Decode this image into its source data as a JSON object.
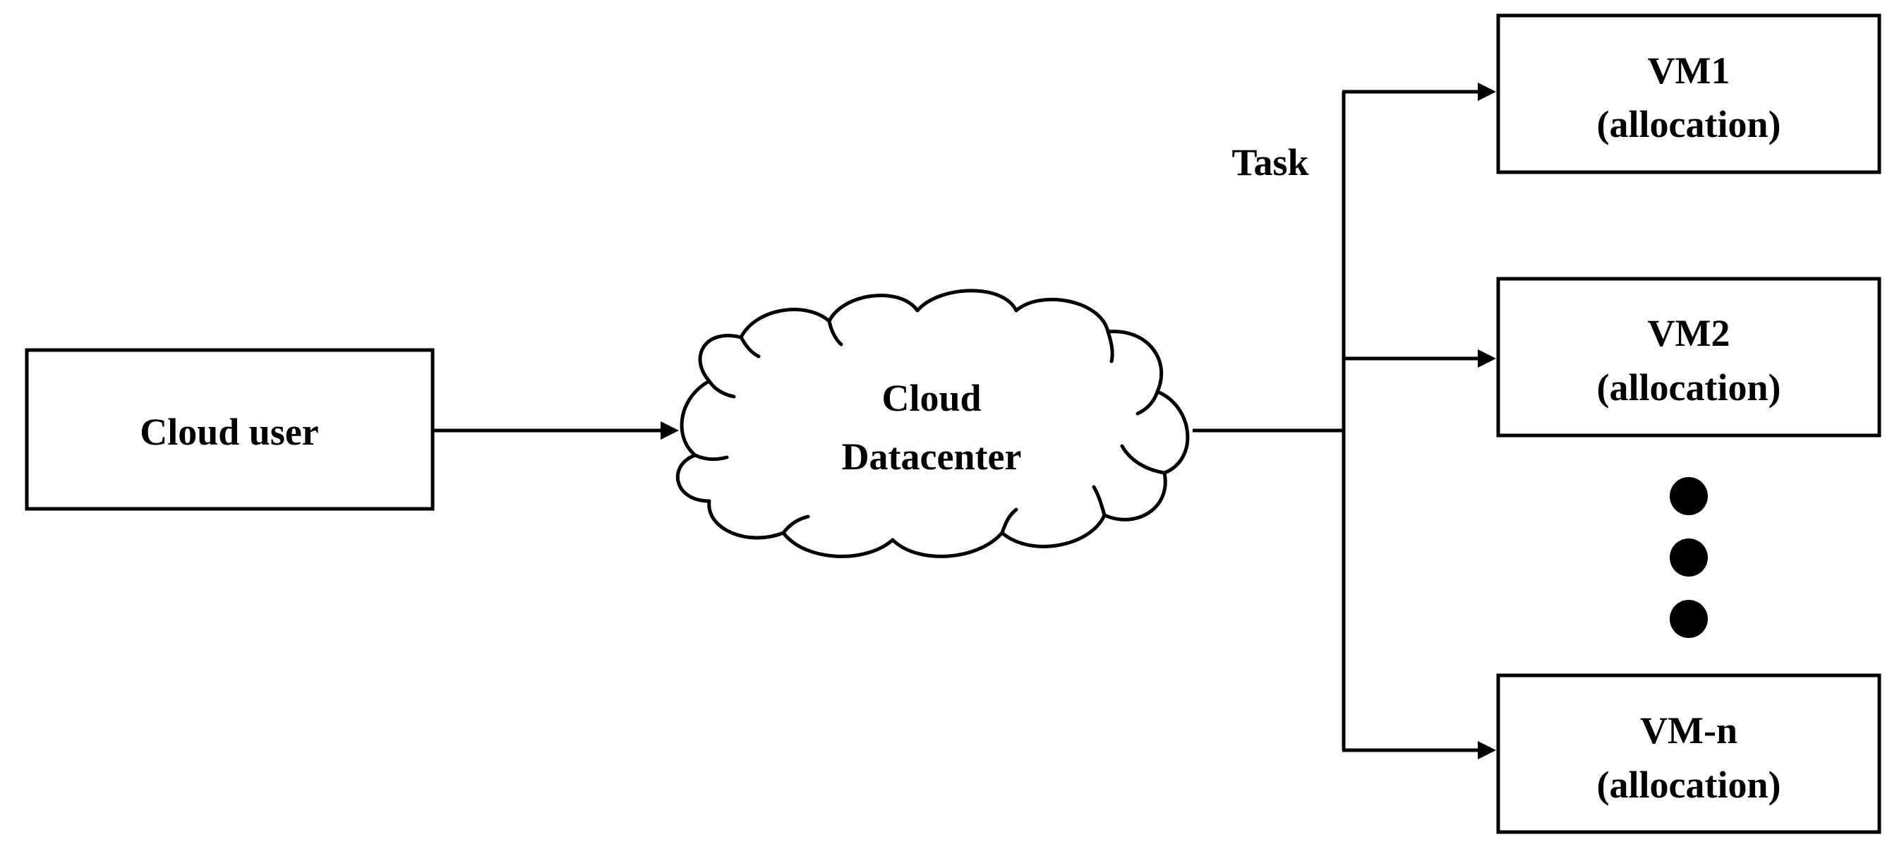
{
  "nodes": {
    "cloud_user": {
      "label": "Cloud user"
    },
    "datacenter": {
      "line1": "Cloud",
      "line2": "Datacenter"
    },
    "vm1": {
      "name": "VM1",
      "detail": "(allocation)"
    },
    "vm2": {
      "name": "VM2",
      "detail": "(allocation)"
    },
    "vmn": {
      "name": "VM-n",
      "detail": "(allocation)"
    }
  },
  "edges": {
    "task_label": "Task"
  },
  "ellipsis": {
    "dot_count": 3
  }
}
